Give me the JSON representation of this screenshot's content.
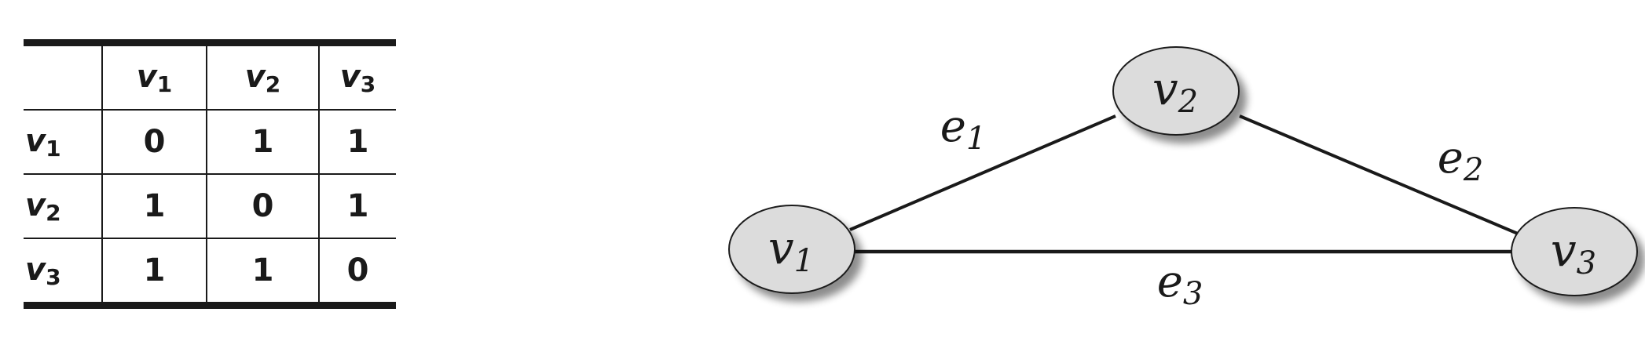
{
  "matrix": {
    "corner": "",
    "columns": [
      {
        "letter": "v",
        "sub": "1"
      },
      {
        "letter": "v",
        "sub": "2"
      },
      {
        "letter": "v",
        "sub": "3"
      }
    ],
    "rows": [
      {
        "letter": "v",
        "sub": "1",
        "cells": [
          "0",
          "1",
          "1"
        ]
      },
      {
        "letter": "v",
        "sub": "2",
        "cells": [
          "1",
          "0",
          "1"
        ]
      },
      {
        "letter": "v",
        "sub": "3",
        "cells": [
          "1",
          "1",
          "0"
        ]
      }
    ]
  },
  "graph": {
    "node_fill": "#dcdcdc",
    "nodes": [
      {
        "id": "v1",
        "letter": "v",
        "sub": "1"
      },
      {
        "id": "v2",
        "letter": "v",
        "sub": "2"
      },
      {
        "id": "v3",
        "letter": "v",
        "sub": "3"
      }
    ],
    "edges": [
      {
        "id": "e1",
        "letter": "e",
        "sub": "1",
        "from": "v1",
        "to": "v2"
      },
      {
        "id": "e2",
        "letter": "e",
        "sub": "2",
        "from": "v2",
        "to": "v3"
      },
      {
        "id": "e3",
        "letter": "e",
        "sub": "3",
        "from": "v1",
        "to": "v3"
      }
    ]
  }
}
